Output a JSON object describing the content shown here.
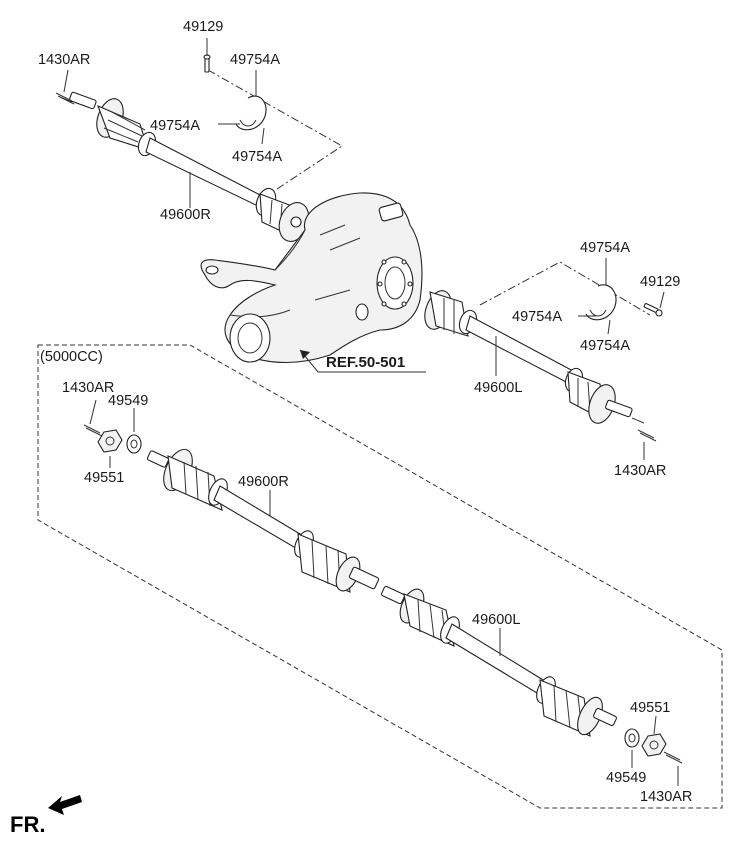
{
  "labels": {
    "top_pin_49129": "49129",
    "top_cotter_1430AR": "1430AR",
    "top_clip_a": "49754A",
    "top_clip_b": "49754A",
    "top_clip_c": "49754A",
    "top_shaft_49600R": "49600R",
    "right_clip_a": "49754A",
    "right_pin_49129": "49129",
    "right_clip_b": "49754A",
    "right_clip_c": "49754A",
    "right_shaft_49600L": "49600L",
    "right_cotter_1430AR": "1430AR",
    "reference": "REF.50-501",
    "variant_note": "(5000CC)",
    "low_cotter_1430AR": "1430AR",
    "low_washer_49549": "49549",
    "low_nut_49551": "49551",
    "low_shaft_49600R": "49600R",
    "low_shaft_49600L": "49600L",
    "low_nut_49551_r": "49551",
    "low_washer_49549_r": "49549",
    "low_cotter_1430AR_r": "1430AR",
    "front_marker": "FR."
  }
}
